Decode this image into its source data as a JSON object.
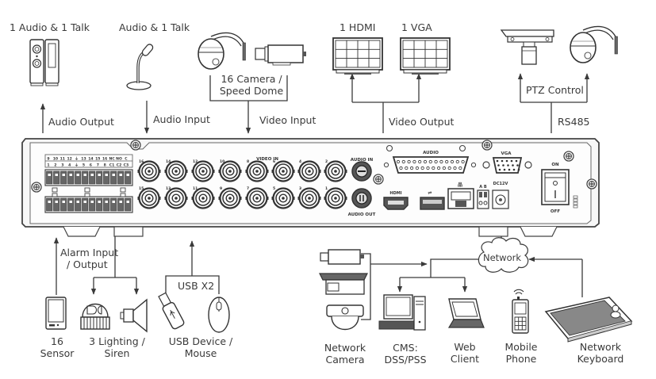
{
  "top_devices": {
    "speakers_caption": "1 Audio  & 1 Talk",
    "microphone_caption": "Audio & 1 Talk",
    "cameras_caption_line1": "16 Camera /",
    "cameras_caption_line2": "Speed Dome",
    "hdmi_monitor_caption": "1 HDMI",
    "vga_monitor_caption": "1 VGA",
    "ptz_caption": "PTZ Control"
  },
  "connections_top": {
    "audio_output": "Audio  Output",
    "audio_input": "Audio  Input",
    "video_input": "Video Input",
    "video_output": "Video Output",
    "rs485": "RS485"
  },
  "panel": {
    "alarm_top_row": [
      "9",
      "10",
      "11",
      "12",
      "⏚",
      "13",
      "14",
      "15",
      "16",
      "NC",
      "NO",
      "C"
    ],
    "alarm_bottom_row": [
      "1",
      "2",
      "3",
      "4",
      "⏚",
      "5",
      "6",
      "7",
      "8",
      "C1",
      "C2",
      "C3"
    ],
    "video_in_label": "VIDEO IN",
    "video_top_row": [
      "16",
      "14",
      "12",
      "10",
      "8",
      "6",
      "4",
      "2"
    ],
    "video_bottom_row": [
      "15",
      "13",
      "11",
      "9",
      "7",
      "5",
      "3",
      "1"
    ],
    "audio_in_label": "AUDIO IN",
    "audio_out_label": "AUDIO OUT",
    "audio_port_label": "AUDIO",
    "vga_port_label": "VGA",
    "hdmi_port_label": "HDMI",
    "usb_symbol": "⇌",
    "network_symbol": "品",
    "rs485_label": "A B",
    "power_label": "DC12V",
    "switch_on": "ON",
    "switch_off": "OFF"
  },
  "connections_bottom": {
    "alarm_line1": "Alarm Input",
    "alarm_line2": "/ Output",
    "usb": "USB X2",
    "network": "Network"
  },
  "bottom_devices": {
    "sensor_line1": "16",
    "sensor_line2": "Sensor",
    "lighting_line1": "3 Lighting /",
    "lighting_line2": "Siren",
    "usb_line1": "USB Device /",
    "usb_line2": "Mouse",
    "netcam_line1": "Network",
    "netcam_line2": "Camera",
    "cms_line1": "CMS:",
    "cms_line2": "DSS/PSS",
    "web_line1": "Web",
    "web_line2": "Client",
    "mobile_line1": "Mobile",
    "mobile_line2": "Phone",
    "keyboard_line1": "Network",
    "keyboard_line2": "Keyboard"
  },
  "colors": {
    "line": "#3a3a3a",
    "panel_fill": "#f4f4f4",
    "port_fill": "#6a6a6a"
  }
}
